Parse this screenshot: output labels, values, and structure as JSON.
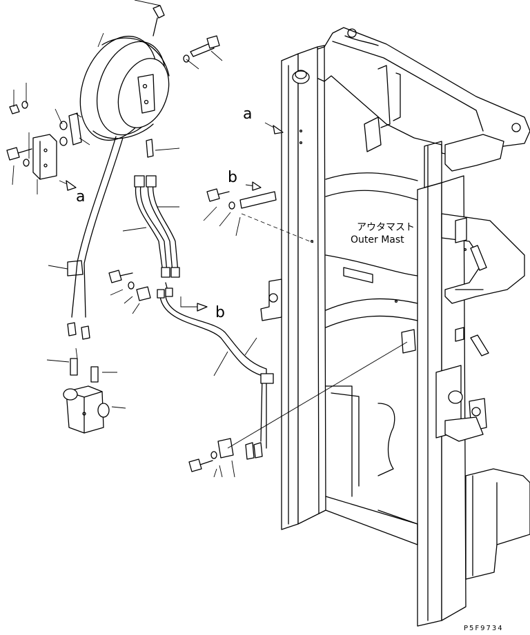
{
  "labels": {
    "mast_jp": "アウタマスト",
    "mast_en": "Outer Mast",
    "ref_a": "a",
    "ref_b": "b",
    "drawing_code": "P5F9734"
  }
}
